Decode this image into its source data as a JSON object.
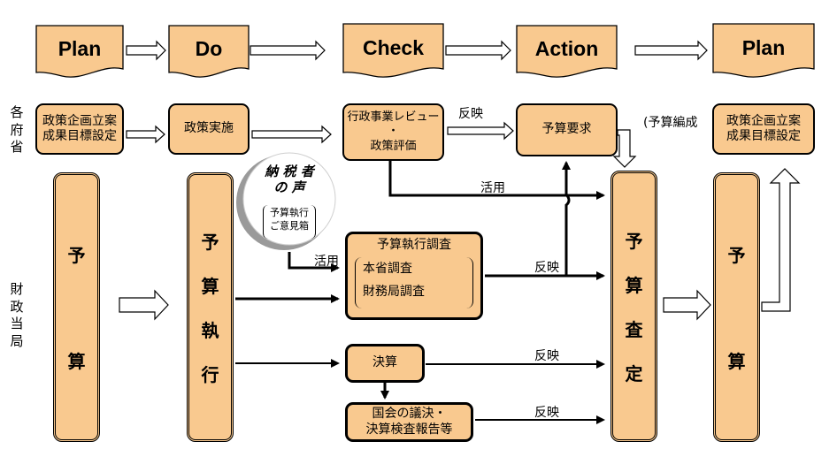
{
  "pdca": {
    "plan1": "Plan",
    "do": "Do",
    "check": "Check",
    "action": "Action",
    "plan2": "Plan"
  },
  "ministries": {
    "side_label": [
      "各",
      "府",
      "省"
    ],
    "planning": [
      "政策企画立案",
      "成果目標設定"
    ],
    "implementation": "政策実施",
    "review": [
      "行政事業レビュー",
      "・",
      "政策評価"
    ],
    "budget_request": "予算要求",
    "planning_next": [
      "政策企画立案",
      "成果目標設定"
    ],
    "reflect_label": "反映",
    "compile_label": "予算編成"
  },
  "finance": {
    "side_label": [
      "財",
      "政",
      "当",
      "局"
    ],
    "budget_pillar": [
      "予",
      "算"
    ],
    "execution_pillar": [
      "予",
      "算",
      "執",
      "行"
    ],
    "assessment_pillar": [
      "予",
      "算",
      "査",
      "定"
    ],
    "budget_next_pillar": [
      "予",
      "算"
    ],
    "taxpayer": {
      "title": [
        "納 税 者",
        "の 声"
      ],
      "box": [
        "予算執行",
        "ご意見箱"
      ]
    },
    "survey": {
      "title": "予算執行調査",
      "items": [
        "本省調査",
        "財務局調査"
      ]
    },
    "settlement": "決算",
    "diet": [
      "国会の議決・",
      "決算検査報告等"
    ],
    "use_label_1": "活用",
    "use_label_2": "活用",
    "reflect_1": "反映",
    "reflect_2": "反映",
    "reflect_3": "反映"
  }
}
